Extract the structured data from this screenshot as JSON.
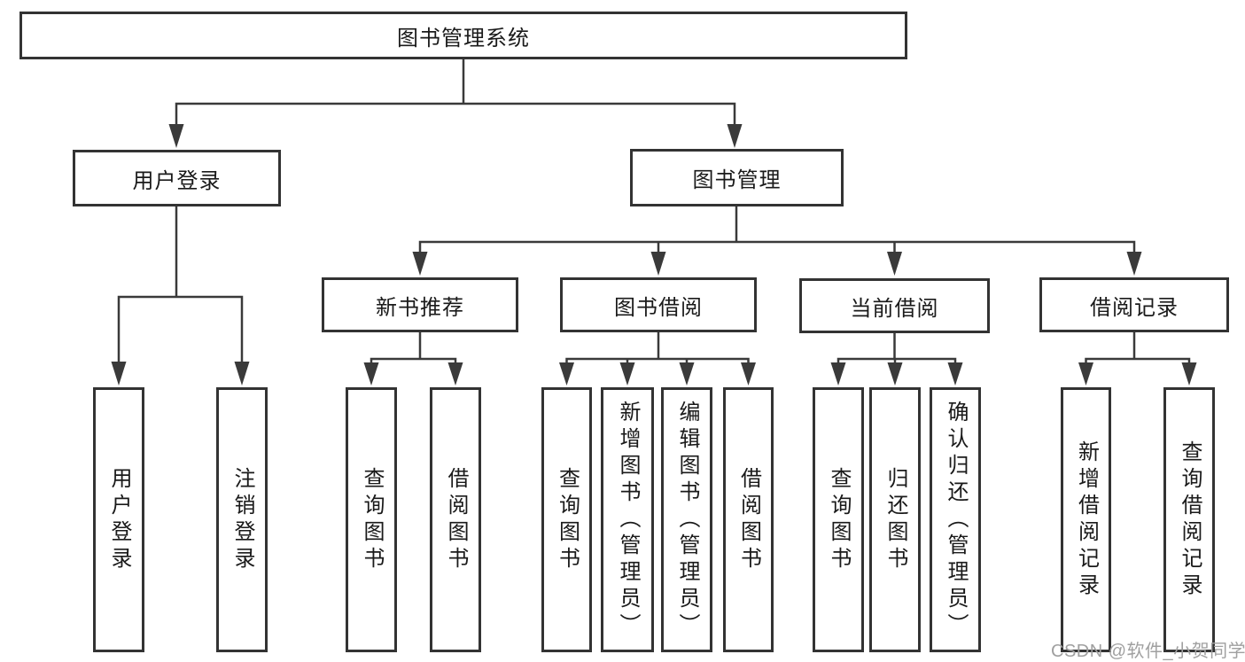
{
  "diagram": {
    "title": "图书管理系统",
    "level2": {
      "user_login": "用户登录",
      "book_management": "图书管理"
    },
    "level3": {
      "new_book_recommend": "新书推荐",
      "book_borrow": "图书借阅",
      "current_borrow": "当前借阅",
      "borrow_record": "借阅记录"
    },
    "leaves": {
      "user_login": [
        "用户登录",
        "注销登录"
      ],
      "new_book_recommend": [
        "查询图书",
        "借阅图书"
      ],
      "book_borrow": [
        "查询图书",
        "新增图书（管理员）",
        "编辑图书（管理员）",
        "借阅图书"
      ],
      "current_borrow": [
        "查询图书",
        "归还图书",
        "确认归还（管理员）"
      ],
      "borrow_record": [
        "新增借阅记录",
        "查询借阅记录"
      ]
    }
  },
  "colors": {
    "line": "#3a3a3a",
    "box_border": "#333333",
    "text": "#1a1a1a",
    "background": "#ffffff",
    "watermark": "#a0a0a0"
  },
  "watermark": "CSDN @软件_小贺同学"
}
